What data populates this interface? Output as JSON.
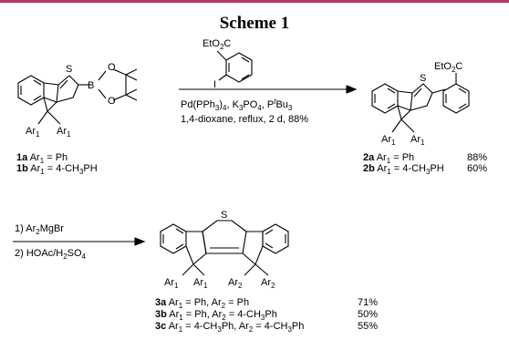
{
  "header_rule_color": "#c0336a",
  "scheme_title": "Scheme 1",
  "reaction1": {
    "reagent_top": "EtO2C / I–C6H4 (2-iodobenzoate)",
    "cond_line1": "Pd(PPh3)4, K3PO4, PtBu3",
    "cond_line2": "1,4-dioxane, reflux, 2 d, 88%"
  },
  "reaction2": {
    "step1": "1) Ar2MgBr",
    "step2": "2) HOAc/H2SO4"
  },
  "compounds_1": [
    {
      "id": "1a",
      "desc": "Ar1 = Ph"
    },
    {
      "id": "1b",
      "desc": "Ar1 = 4-CH3PH"
    }
  ],
  "compounds_2": [
    {
      "id": "2a",
      "desc": "Ar1 = Ph",
      "yield": "88%"
    },
    {
      "id": "2b",
      "desc": "Ar1 = 4-CH3PH",
      "yield": "60%"
    }
  ],
  "compounds_3": [
    {
      "id": "3a",
      "desc": "Ar1 = Ph,  Ar2 = Ph",
      "yield": "71%"
    },
    {
      "id": "3b",
      "desc": "Ar1 = Ph,  Ar2 = 4-CH3Ph",
      "yield": "50%"
    },
    {
      "id": "3c",
      "desc": "Ar1 = 4-CH3Ph,  Ar2 = 4-CH3Ph",
      "yield": "55%"
    }
  ]
}
